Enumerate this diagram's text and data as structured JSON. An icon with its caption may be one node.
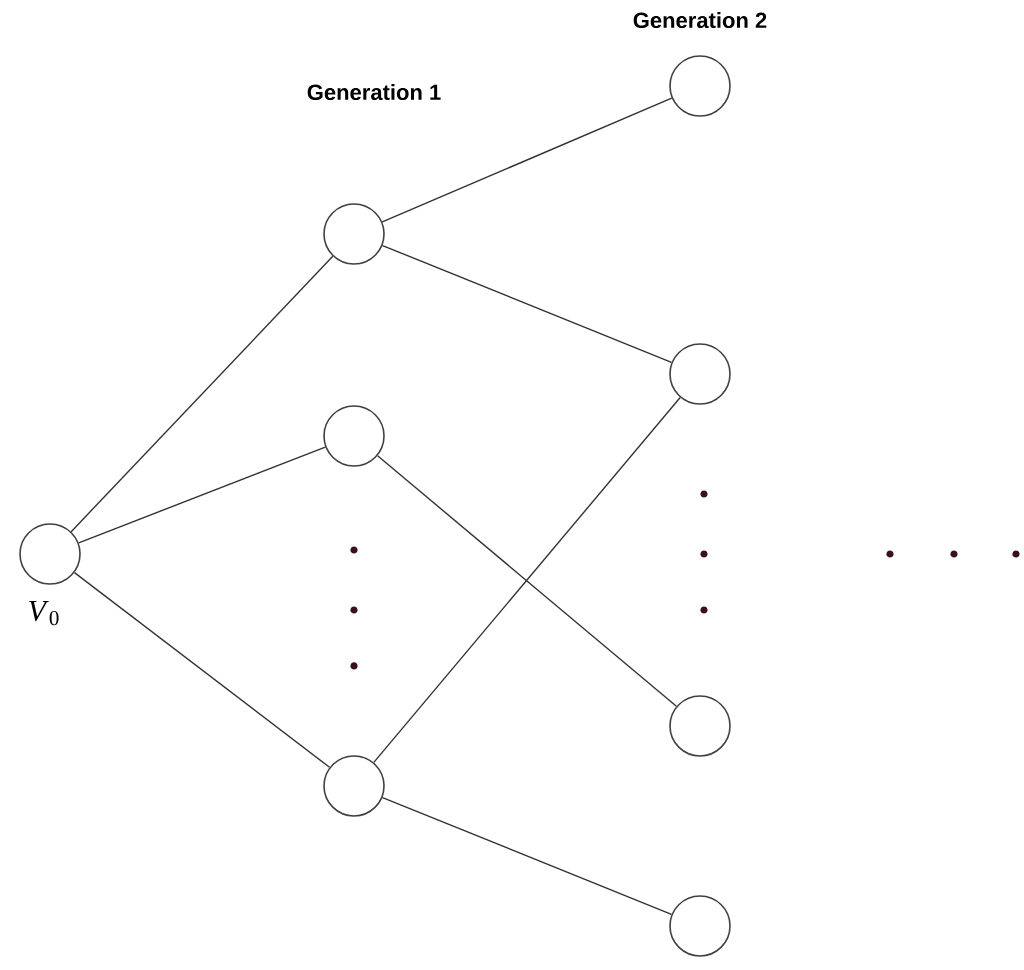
{
  "diagram": {
    "nodes": [
      {
        "text": [],
        "shape": "circle",
        "beside": [
          "*V*$_{0}$"
        ]
      },
      {
        "text": [],
        "shape": "circle"
      },
      {
        "text": [],
        "shape": "circle"
      },
      {
        "text": [],
        "shape": "circle"
      },
      {
        "text": [],
        "shape": "circle"
      },
      {
        "text": [],
        "shape": "circle"
      },
      {
        "text": [],
        "shape": "circle"
      },
      {
        "text": [],
        "shape": "circle"
      }
    ],
    "edges": [
      {
        "from": 0,
        "to": 1,
        "arrow": "none"
      },
      {
        "from": 0,
        "to": 2,
        "arrow": "none"
      },
      {
        "from": 0,
        "to": 3,
        "arrow": "none"
      },
      {
        "from": 1,
        "to": 4,
        "arrow": "none"
      },
      {
        "from": 1,
        "to": 5,
        "arrow": "none"
      },
      {
        "from": 2,
        "to": 6,
        "arrow": "none"
      },
      {
        "from": 3,
        "to": 5,
        "arrow": "none"
      },
      {
        "from": 3,
        "to": 7,
        "arrow": "none"
      }
    ],
    "labels": [
      "Generation 2",
      "Generation 1"
    ]
  }
}
